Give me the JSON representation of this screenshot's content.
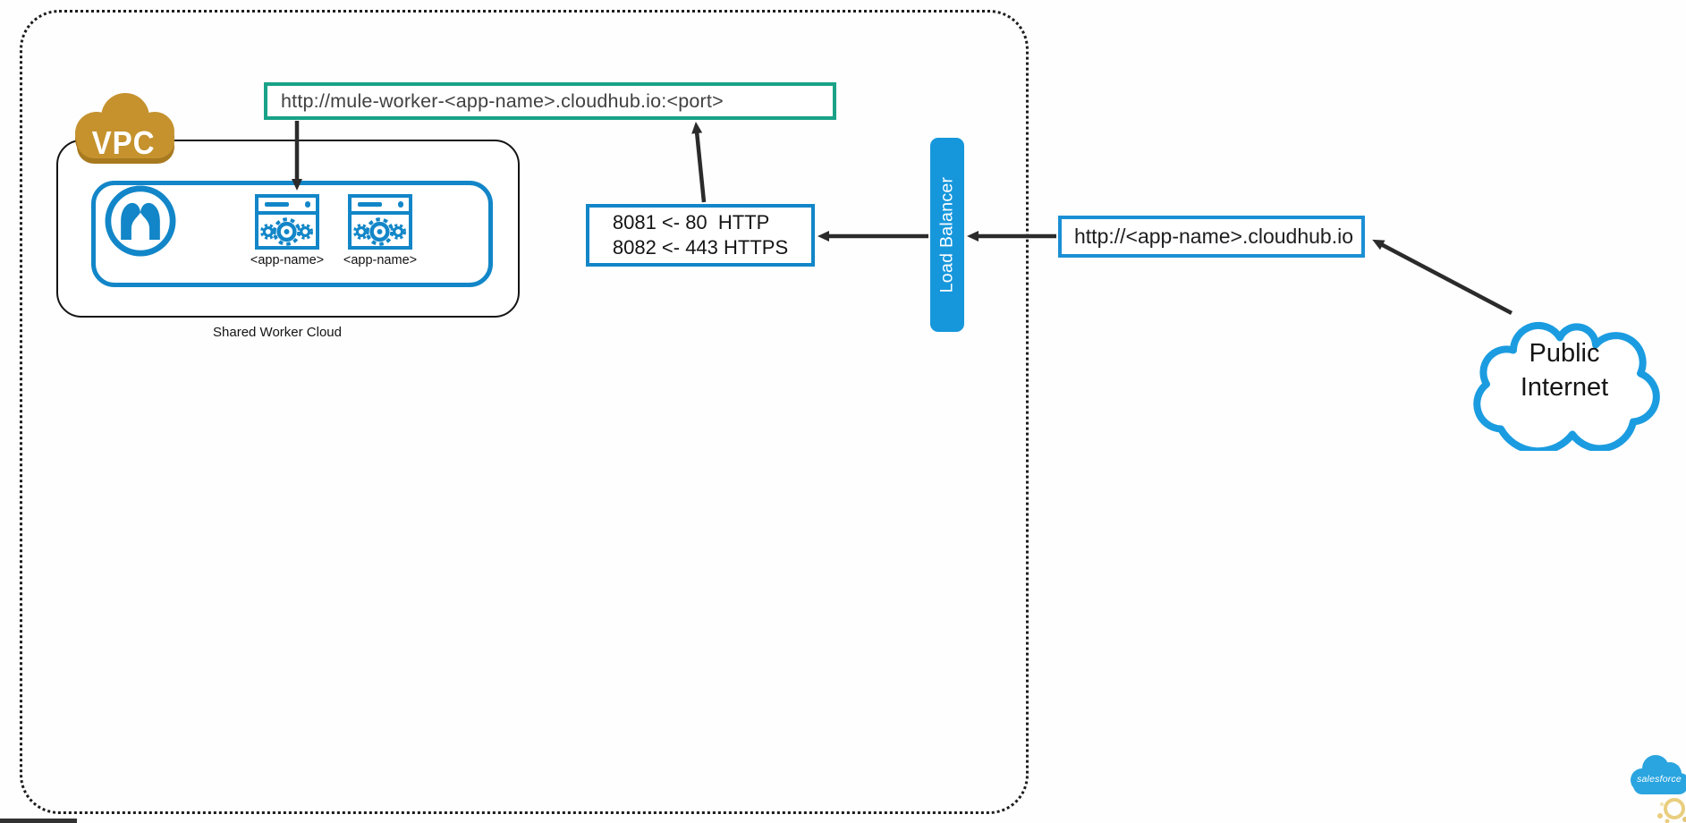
{
  "diagram": {
    "vpc": {
      "label": "VPC"
    },
    "worker_url_box": {
      "label": "http://mule-worker-<app-name>.cloudhub.io:<port>"
    },
    "shared_worker_cloud": {
      "label": "Shared Worker Cloud",
      "workers": [
        {
          "label": "<app-name>"
        },
        {
          "label": "<app-name>"
        }
      ]
    },
    "ports_box": {
      "line1": "8081 <- 80  HTTP",
      "line2": "8082 <- 443 HTTPS"
    },
    "load_balancer": {
      "label": "Load Balancer"
    },
    "app_url_box": {
      "label": "http://<app-name>.cloudhub.io"
    },
    "public_internet": {
      "line1": "Public",
      "line2": "Internet"
    },
    "brand": {
      "label": "salesforce"
    }
  },
  "colors": {
    "box_blue": "#1286c8",
    "load_balancer_blue": "#1697dc",
    "cloud_blue": "#1b9ce0",
    "green": "#19a287",
    "vpc_gold": "#c5922e",
    "vpc_gold_shadow": "#a87a1f",
    "arrow": "#2b2b2b",
    "salesforce_blue": "#2aa5e0"
  }
}
